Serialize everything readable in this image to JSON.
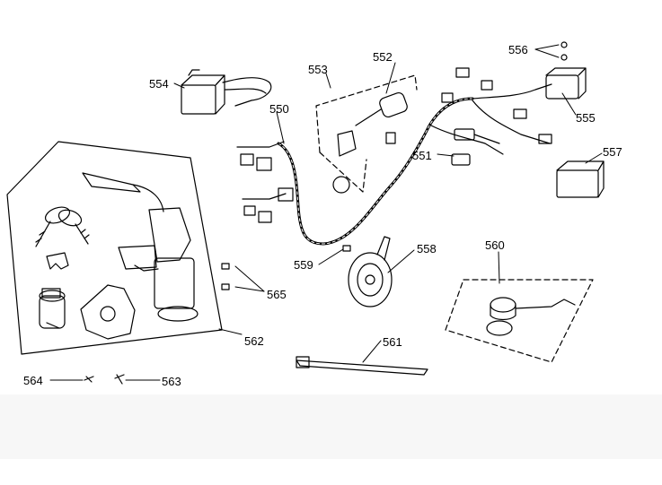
{
  "labels": {
    "l550": "550",
    "l551": "551",
    "l552": "552",
    "l553": "553",
    "l554": "554",
    "l555": "555",
    "l556": "556",
    "l557": "557",
    "l558": "558",
    "l559": "559",
    "l560": "560",
    "l561": "561",
    "l562": "562",
    "l563": "563",
    "l564": "564",
    "l565": "565"
  },
  "parts": {
    "relay": "relay-icon",
    "wiring_harness": "wiring-harness-icon",
    "ignition_switch_set": "ignition-switch-set-icon",
    "horn": "horn-icon",
    "cdi_unit": "cdi-unit-icon",
    "regulator": "regulator-icon",
    "indicator_switch": "sensor-icon",
    "ground_strap": "strap-icon"
  }
}
